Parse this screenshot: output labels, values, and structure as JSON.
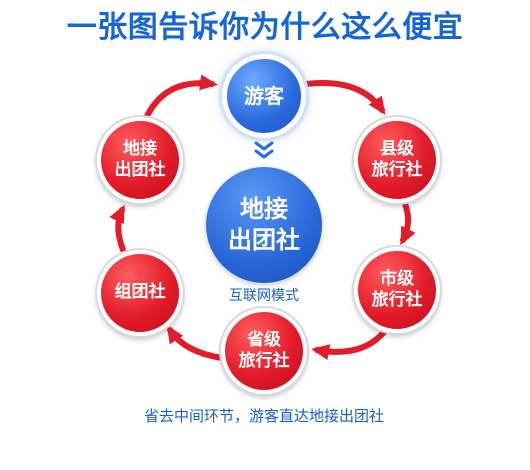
{
  "title": "一张图告诉你为什么这么便宜",
  "colors": {
    "title": "#1565d8",
    "red": "#e31c2b",
    "blue": "#2a6be0",
    "text_blue": "#1a5fc9"
  },
  "nodes": {
    "tourist": {
      "lines": [
        "游客"
      ]
    },
    "county": {
      "lines": [
        "县级",
        "旅行社"
      ]
    },
    "city": {
      "lines": [
        "市级",
        "旅行社"
      ]
    },
    "province": {
      "lines": [
        "省级",
        "旅行社"
      ]
    },
    "tour_group": {
      "lines": [
        "组团社"
      ]
    },
    "local_outer": {
      "lines": [
        "地接",
        "出团社"
      ]
    },
    "local_center": {
      "lines": [
        "地接",
        "出团社"
      ]
    }
  },
  "flow_icon": "double-chevron-down-icon",
  "center_caption": "互联网模式",
  "footer": "省去中间环节，游客直达地接出团社"
}
